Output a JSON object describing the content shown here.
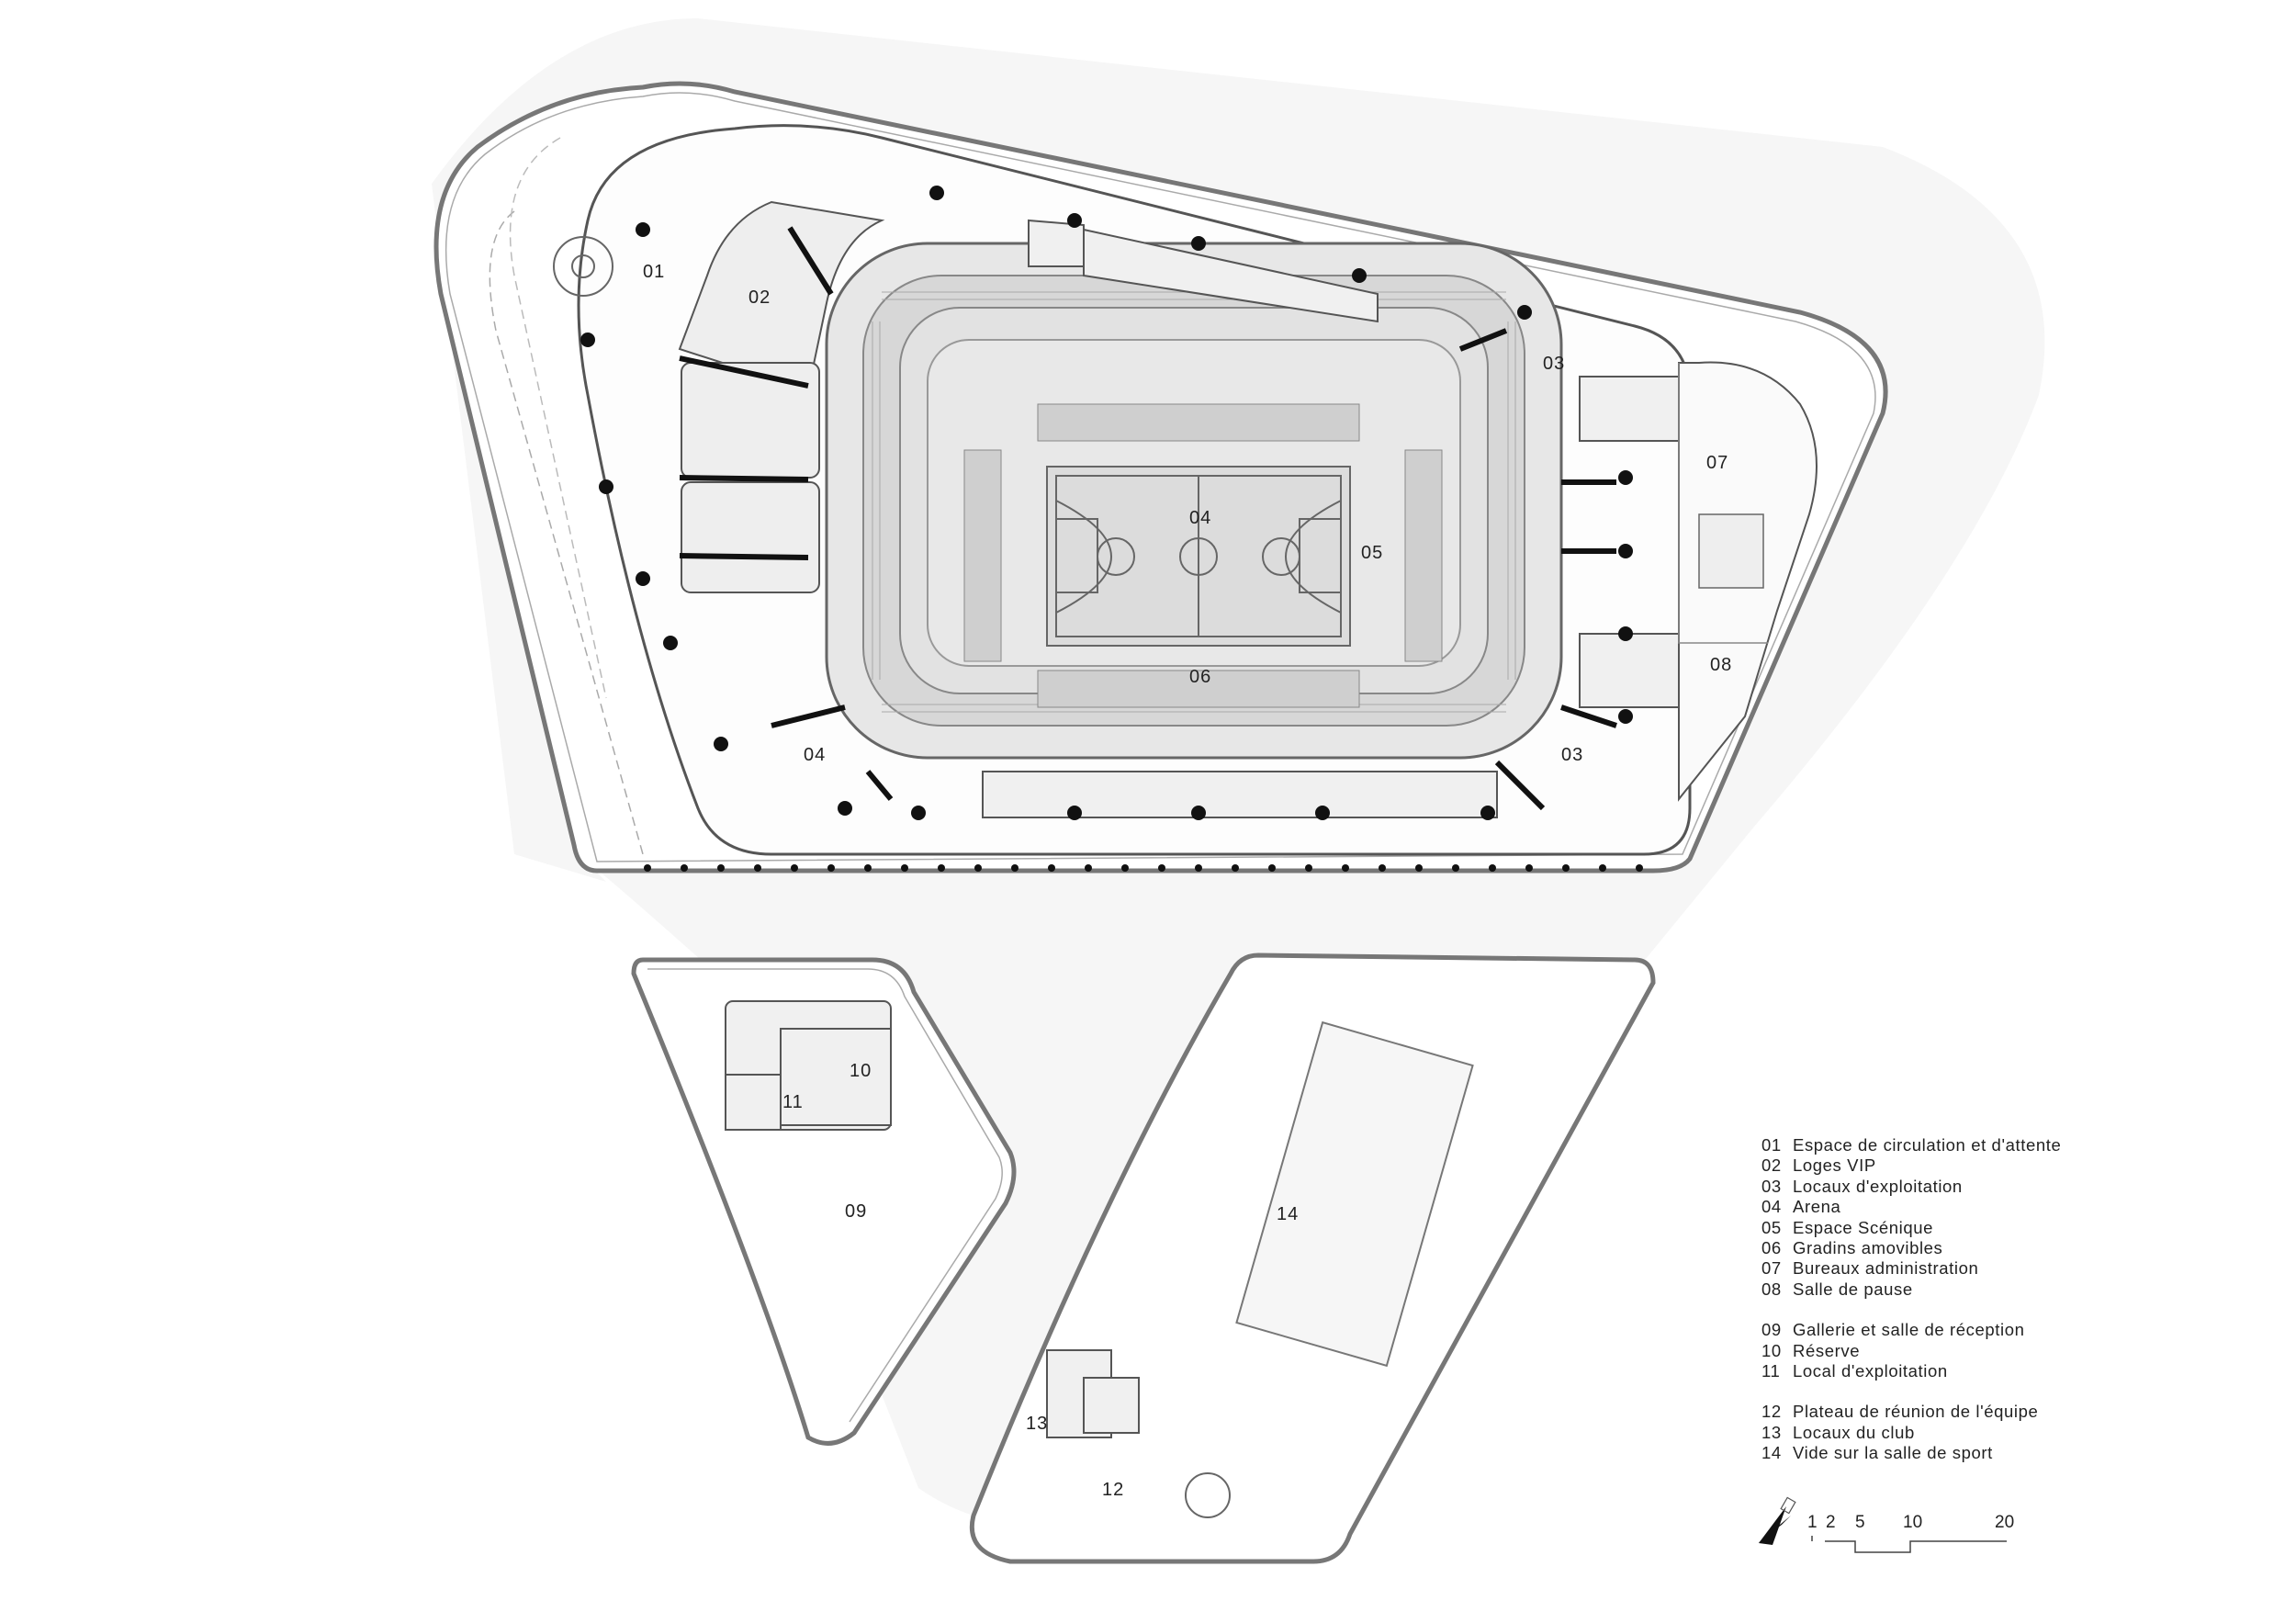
{
  "plan_labels": {
    "l01": "01",
    "l02": "02",
    "l03a": "03",
    "l03b": "03",
    "l04a": "04",
    "l04b": "04",
    "l05": "05",
    "l06": "06",
    "l07": "07",
    "l08": "08",
    "l09": "09",
    "l10": "10",
    "l11": "11",
    "l12": "12",
    "l13": "13",
    "l14": "14"
  },
  "legend": {
    "groups": [
      [
        {
          "num": "01",
          "text": "Espace de circulation et d'attente"
        },
        {
          "num": "02",
          "text": "Loges VIP"
        },
        {
          "num": "03",
          "text": "Locaux d'exploitation"
        },
        {
          "num": "04",
          "text": "Arena"
        },
        {
          "num": "05",
          "text": "Espace Scénique"
        },
        {
          "num": "06",
          "text": "Gradins amovibles"
        },
        {
          "num": "07",
          "text": "Bureaux administration"
        },
        {
          "num": "08",
          "text": "Salle de pause"
        }
      ],
      [
        {
          "num": "09",
          "text": "Gallerie et salle de réception"
        },
        {
          "num": "10",
          "text": "Réserve"
        },
        {
          "num": "11",
          "text": "Local d'exploitation"
        }
      ],
      [
        {
          "num": "12",
          "text": "Plateau de réunion de l'équipe"
        },
        {
          "num": "13",
          "text": "Locaux du club"
        },
        {
          "num": "14",
          "text": "Vide sur la salle de sport"
        }
      ]
    ]
  },
  "scale_bar": {
    "t1": "1",
    "t2": "2",
    "t5": "5",
    "t10": "10",
    "t20": "20"
  },
  "icons": {
    "north": "north-arrow-icon"
  }
}
